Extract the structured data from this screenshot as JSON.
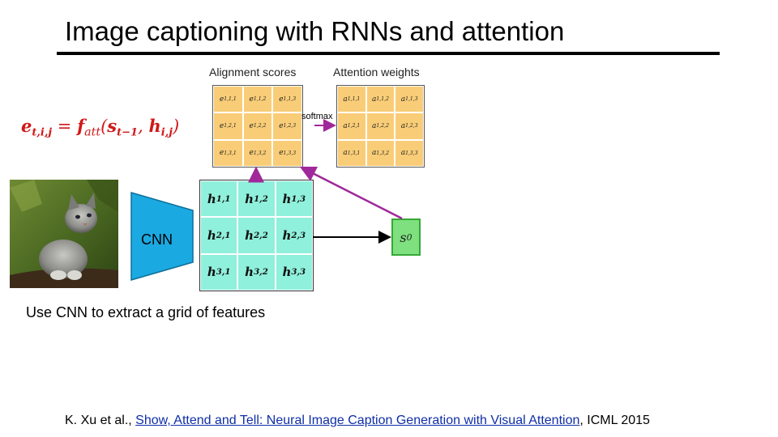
{
  "title": "Image captioning with RNNs and attention",
  "labels": {
    "alignment_scores": "Alignment scores",
    "attention_weights": "Attention weights",
    "softmax": "softmax",
    "cnn": "CNN",
    "s0_base": "s",
    "s0_sub": "0"
  },
  "formula": {
    "e": "e",
    "e_sub": "t,i,j",
    "eq": " = ",
    "f": "f",
    "f_sub": "att",
    "open": "(",
    "s": "s",
    "s_sub": "t−1",
    "comma": ", ",
    "h": "h",
    "h_sub": "i,j",
    "close": ")"
  },
  "alignment_grid": [
    [
      "1,1,1",
      "1,1,2",
      "1,1,3"
    ],
    [
      "1,2,1",
      "1,2,2",
      "1,2,3"
    ],
    [
      "1,3,1",
      "1,3,2",
      "1,3,3"
    ]
  ],
  "attention_grid": [
    [
      "1,1,1",
      "1,1,2",
      "1,1,3"
    ],
    [
      "1,2,1",
      "1,2,2",
      "1,2,3"
    ],
    [
      "1,3,1",
      "1,3,2",
      "1,3,3"
    ]
  ],
  "feature_grid": [
    [
      "1,1",
      "1,2",
      "1,3"
    ],
    [
      "2,1",
      "2,2",
      "2,3"
    ],
    [
      "3,1",
      "3,2",
      "3,3"
    ]
  ],
  "caption": "Use CNN to extract a grid of features",
  "citation": {
    "prefix": "K. Xu et al., ",
    "link_text": "Show, Attend and Tell: Neural Image Caption Generation with Visual Attention",
    "suffix": ", ICML 2015"
  },
  "colors": {
    "score_cells": "#f9cd77",
    "feature_cells": "#8ff0dc",
    "cnn_block": "#1ba9e1",
    "s0_box": "#7ee07e",
    "attention_arrows": "#a0289a",
    "formula_text": "#d01818"
  }
}
